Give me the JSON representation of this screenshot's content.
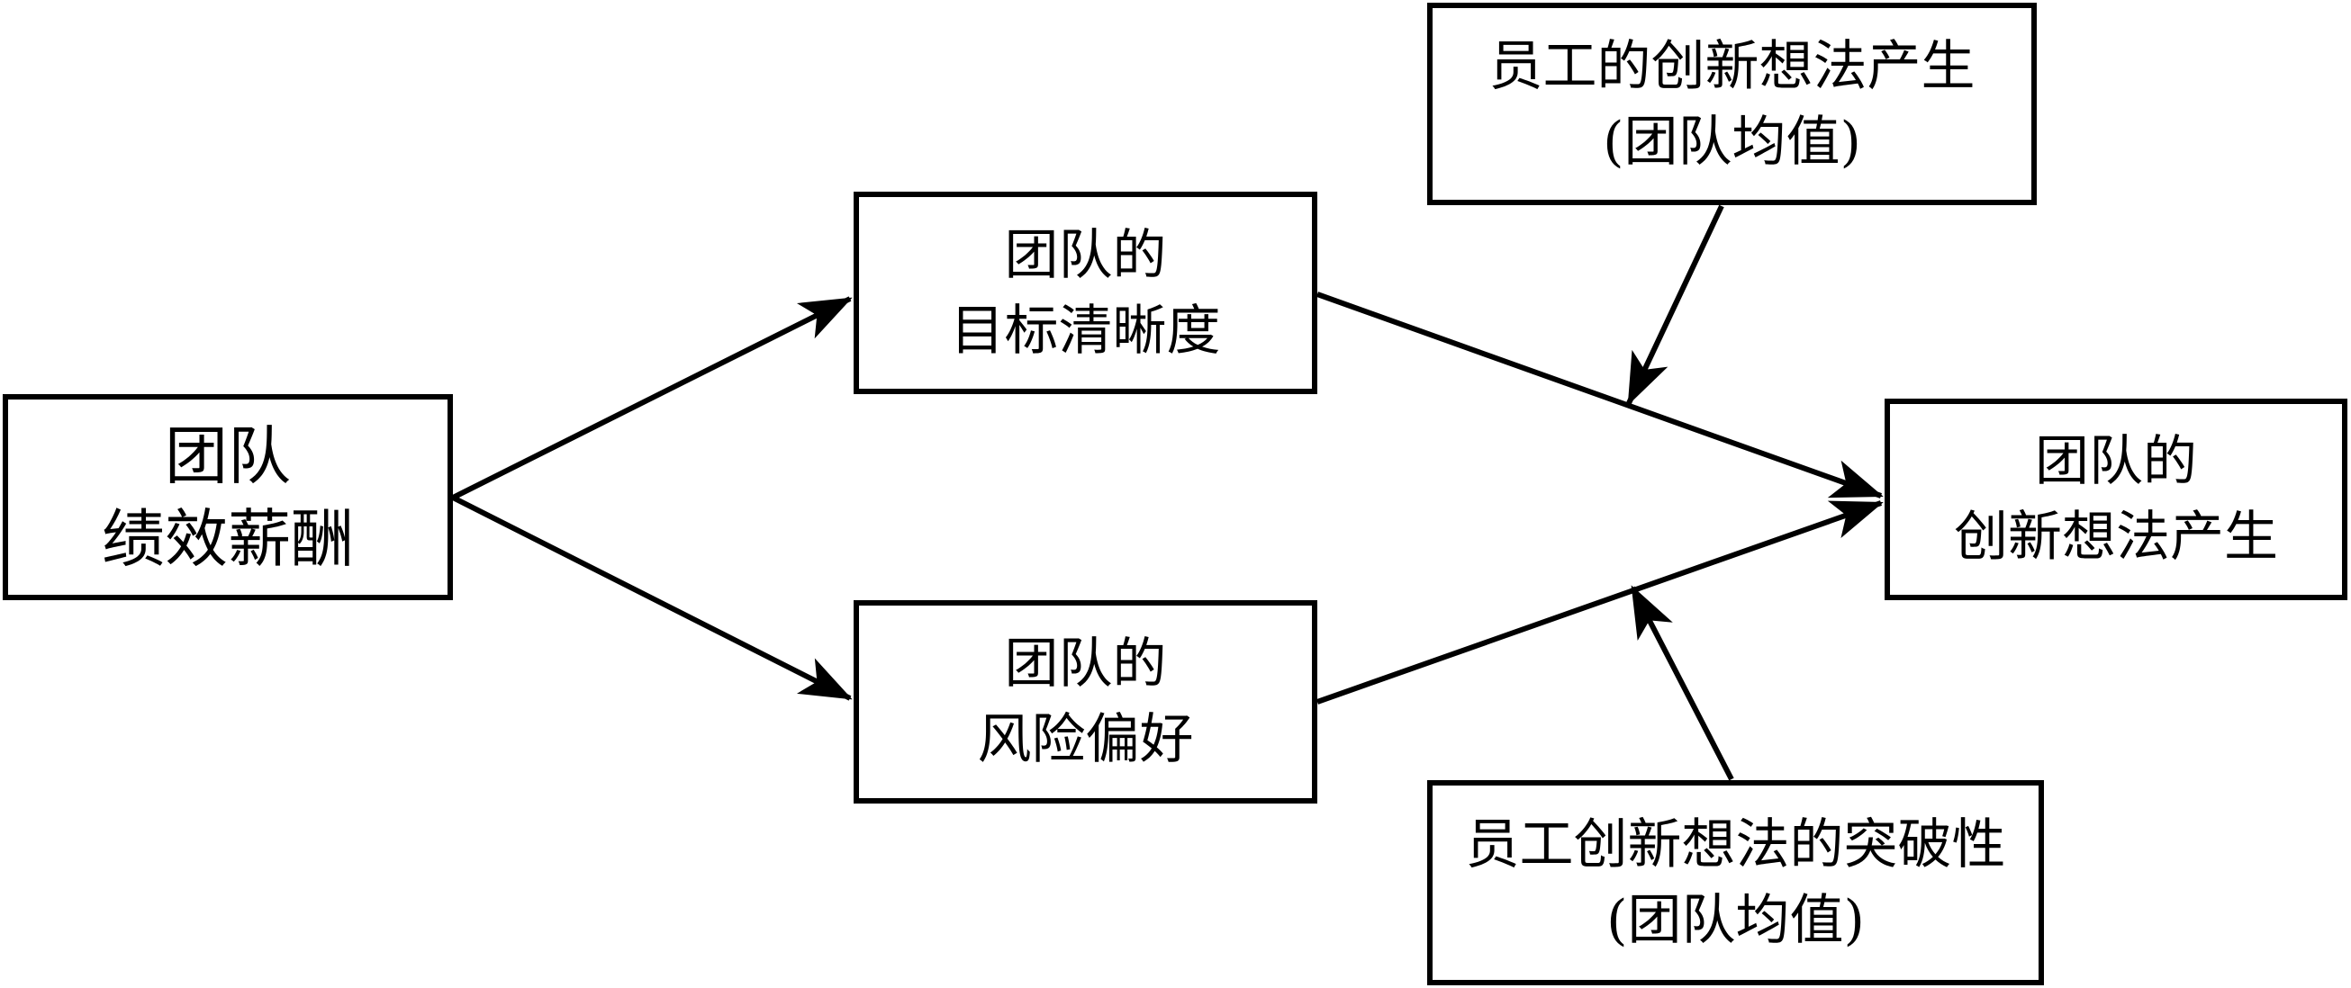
{
  "diagram": {
    "background_color": "#ffffff",
    "line_color": "#000000",
    "boxes": {
      "team_pay": {
        "line1": "团队",
        "line2": "绩效薪酬"
      },
      "goal_clarity": {
        "line1": "团队的",
        "line2": "目标清晰度"
      },
      "risk_preference": {
        "line1": "团队的",
        "line2": "风险偏好"
      },
      "team_idea_generation": {
        "line1": "团队的",
        "line2": "创新想法产生"
      },
      "employee_idea_generation": {
        "line1": "员工的创新想法产生",
        "line2": "(团队均值)"
      },
      "employee_idea_radicalness": {
        "line1": "员工创新想法的突破性",
        "line2": "(团队均值)"
      }
    },
    "edges": [
      {
        "from": "team_pay",
        "to": "goal_clarity",
        "type": "direct"
      },
      {
        "from": "team_pay",
        "to": "risk_preference",
        "type": "direct"
      },
      {
        "from": "goal_clarity",
        "to": "team_idea_generation",
        "type": "direct"
      },
      {
        "from": "risk_preference",
        "to": "team_idea_generation",
        "type": "direct"
      },
      {
        "from": "employee_idea_generation",
        "to": "goal_clarity->team_idea_generation",
        "type": "moderation"
      },
      {
        "from": "employee_idea_radicalness",
        "to": "risk_preference->team_idea_generation",
        "type": "moderation"
      }
    ]
  }
}
